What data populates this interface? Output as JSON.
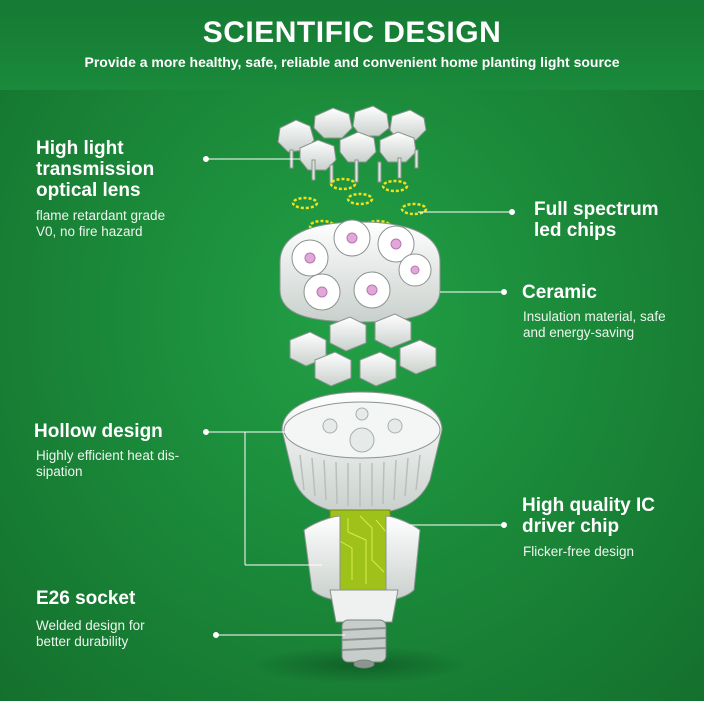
{
  "header": {
    "title": "SCIENTIFIC DESIGN",
    "subtitle": "Provide a more healthy, safe, reliable and convenient home planting light source"
  },
  "features": {
    "lens": {
      "title": "High light\ntransmission\noptical lens",
      "desc": "flame retardant grade\nV0, no fire hazard"
    },
    "chips": {
      "title": "Full spectrum\nled chips"
    },
    "ceramic": {
      "title": "Ceramic",
      "desc": "Insulation material, safe\nand energy-saving"
    },
    "hollow": {
      "title": "Hollow design",
      "desc": "Highly efficient heat dis-\nsipation"
    },
    "driver": {
      "title": "High quality IC\ndriver chip",
      "desc": "Flicker-free design"
    },
    "socket": {
      "title": "E26 socket",
      "desc": "Welded design for\nbetter durability"
    }
  },
  "overlay_mark": "",
  "colors": {
    "background": "#1b8a3a",
    "text": "#ffffff",
    "chip_ring": "#f2e21c",
    "pcb": "#9ec21a"
  }
}
